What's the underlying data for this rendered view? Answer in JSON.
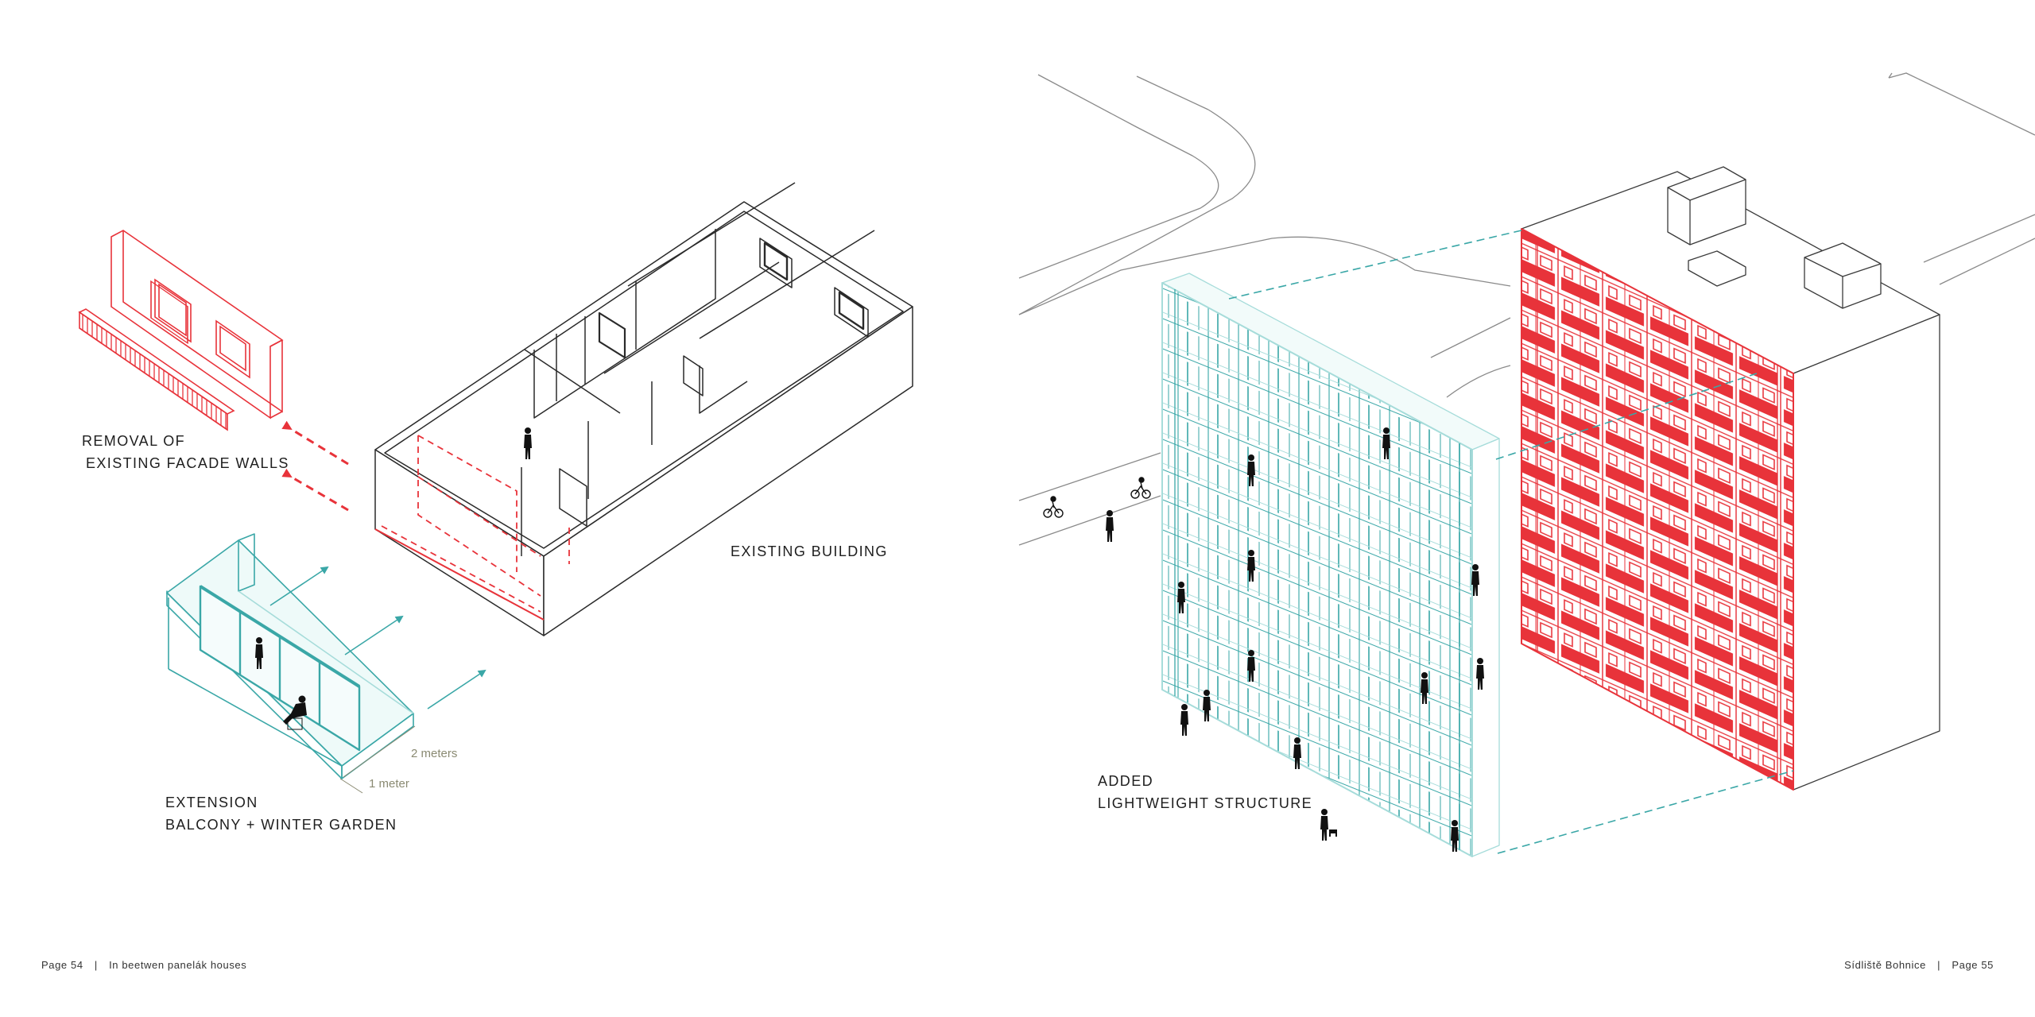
{
  "colors": {
    "line": "#2a2a2a",
    "context": "#9a9a9a",
    "removed": "#e8333a",
    "added": "#3aa7a7",
    "added_light": "#a6dcda",
    "dimension": "#8a8a72"
  },
  "left_page": {
    "labels": {
      "removal_line1": "REMOVAL OF",
      "removal_line2": "EXISTING FACADE WALLS",
      "existing_building": "EXISTING BUILDING",
      "extension_line1": "EXTENSION",
      "extension_line2": "BALCONY + WINTER GARDEN"
    },
    "dimensions": {
      "depth": "2 meters",
      "width": "1 meter"
    },
    "footer": {
      "page": "Page",
      "number": "54",
      "divider": "|",
      "title": "In beetwen panelák houses"
    }
  },
  "right_page": {
    "labels": {
      "added_line1": "ADDED",
      "added_line2": "LIGHTWEIGHT STRUCTURE"
    },
    "footer": {
      "title": "Sídliště Bohnice",
      "divider": "|",
      "page": "Page",
      "number": "55"
    }
  },
  "icons": [
    "person-silhouette-icon",
    "cyclist-icon",
    "dog-walker-icon",
    "arrow-icon"
  ]
}
